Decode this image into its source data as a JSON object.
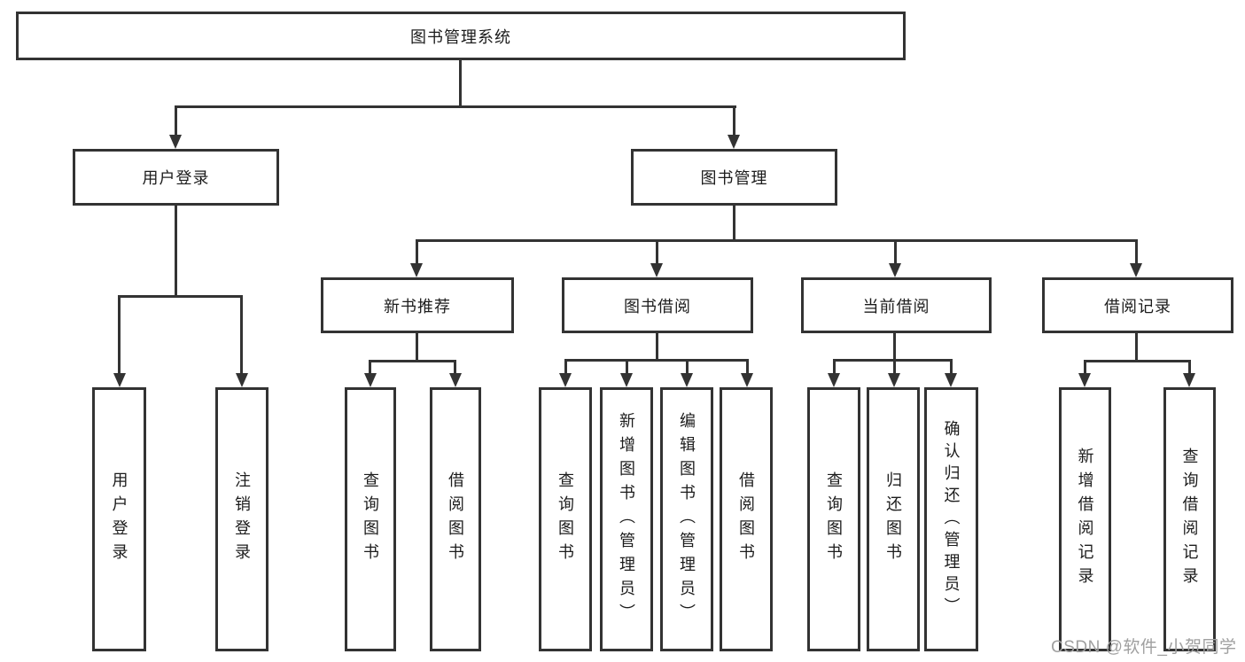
{
  "colors": {
    "line": "#333333",
    "text": "#1c1c1c",
    "box-bg": "#ffffff",
    "page-bg": "#ffffff",
    "watermark": "#a0a0a0"
  },
  "tree": {
    "label": "图书管理系统",
    "children": [
      {
        "label": "用户登录",
        "children": [
          {
            "label": "用户登录"
          },
          {
            "label": "注销登录"
          }
        ]
      },
      {
        "label": "图书管理",
        "children": [
          {
            "label": "新书推荐",
            "children": [
              {
                "label": "查询图书"
              },
              {
                "label": "借阅图书"
              }
            ]
          },
          {
            "label": "图书借阅",
            "children": [
              {
                "label": "查询图书"
              },
              {
                "label": "新增图书（管理员）"
              },
              {
                "label": "编辑图书（管理员）"
              },
              {
                "label": "借阅图书"
              }
            ]
          },
          {
            "label": "当前借阅",
            "children": [
              {
                "label": "查询图书"
              },
              {
                "label": "归还图书"
              },
              {
                "label": "确认归还（管理员）"
              }
            ]
          },
          {
            "label": "借阅记录",
            "children": [
              {
                "label": "新增借阅记录"
              },
              {
                "label": "查询借阅记录"
              }
            ]
          }
        ]
      }
    ]
  },
  "watermark": "CSDN @软件_小贺同学"
}
